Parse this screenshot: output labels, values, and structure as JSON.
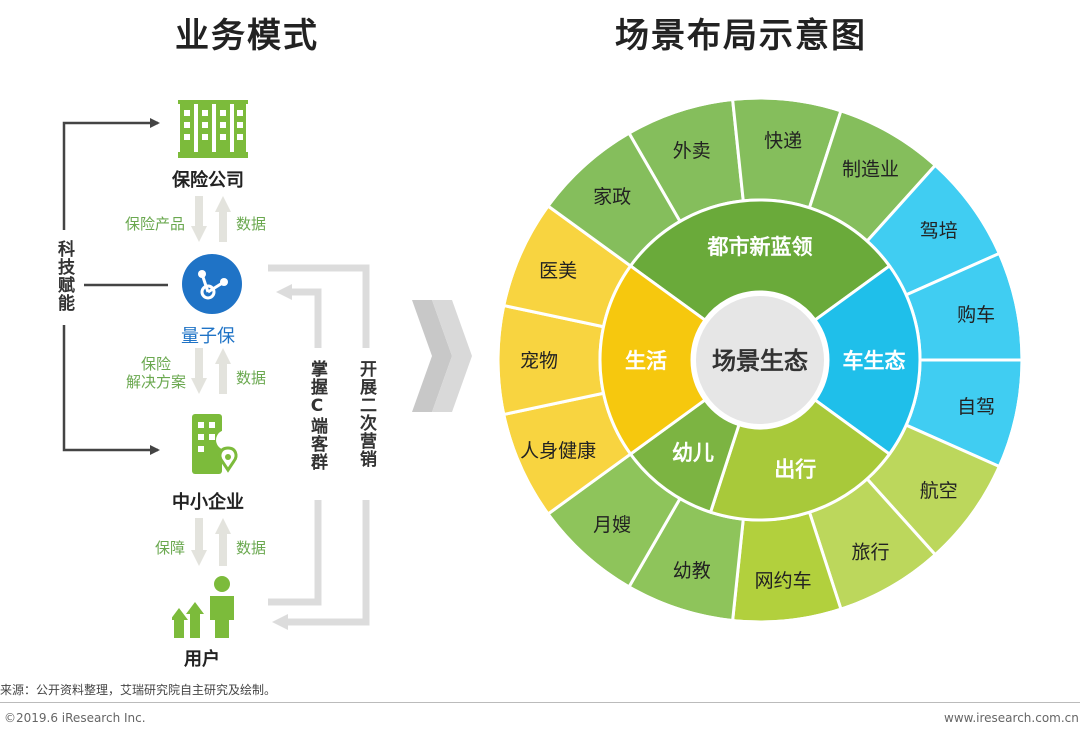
{
  "left": {
    "title": "业务模式",
    "nodes": {
      "insurer": "保险公司",
      "platform": "量子保",
      "sme": "中小企业",
      "user": "用户"
    },
    "arrow_labels": {
      "insurance_product": "保险产品",
      "data1": "数据",
      "solution": [
        "保险",
        "解决方案"
      ],
      "data2": "数据",
      "protection": "保障",
      "data3": "数据"
    },
    "side_left": "科技赋能",
    "side_mid": "掌握C端客群",
    "side_right": "开展二次营销"
  },
  "right": {
    "title": "场景布局示意图",
    "center": "场景生态",
    "inner": [
      {
        "label": "都市新蓝领",
        "color": "#6aaa3a"
      },
      {
        "label": "车生态",
        "color": "#1fbfea"
      },
      {
        "label": "出行",
        "color": "#a8c93a"
      },
      {
        "label": "幼儿",
        "color": "#7cb442"
      },
      {
        "label": "生活",
        "color": "#f6c80e"
      }
    ],
    "outer": [
      {
        "label": "外卖",
        "color": "#85be5c"
      },
      {
        "label": "快递",
        "color": "#85be5c"
      },
      {
        "label": "制造业",
        "color": "#85be5c"
      },
      {
        "label": "驾培",
        "color": "#40cdf2"
      },
      {
        "label": "购车",
        "color": "#40cdf2"
      },
      {
        "label": "自驾",
        "color": "#40cdf2"
      },
      {
        "label": "航空",
        "color": "#bcd75c"
      },
      {
        "label": "旅行",
        "color": "#bcd75c"
      },
      {
        "label": "网约车",
        "color": "#b2d03d"
      },
      {
        "label": "幼教",
        "color": "#8ec45b"
      },
      {
        "label": "月嫂",
        "color": "#8ec45b"
      },
      {
        "label": "人身健康",
        "color": "#f8d440"
      },
      {
        "label": "宠物",
        "color": "#f8d440"
      },
      {
        "label": "医美",
        "color": "#f8d440"
      },
      {
        "label": "家政",
        "color": "#85be5c"
      }
    ]
  },
  "footer": {
    "source": "来源：公开资料整理，艾瑞研究院自主研究及绘制。",
    "copyright": "©2019.6 iResearch Inc.",
    "website": "www.iresearch.com.cn"
  }
}
